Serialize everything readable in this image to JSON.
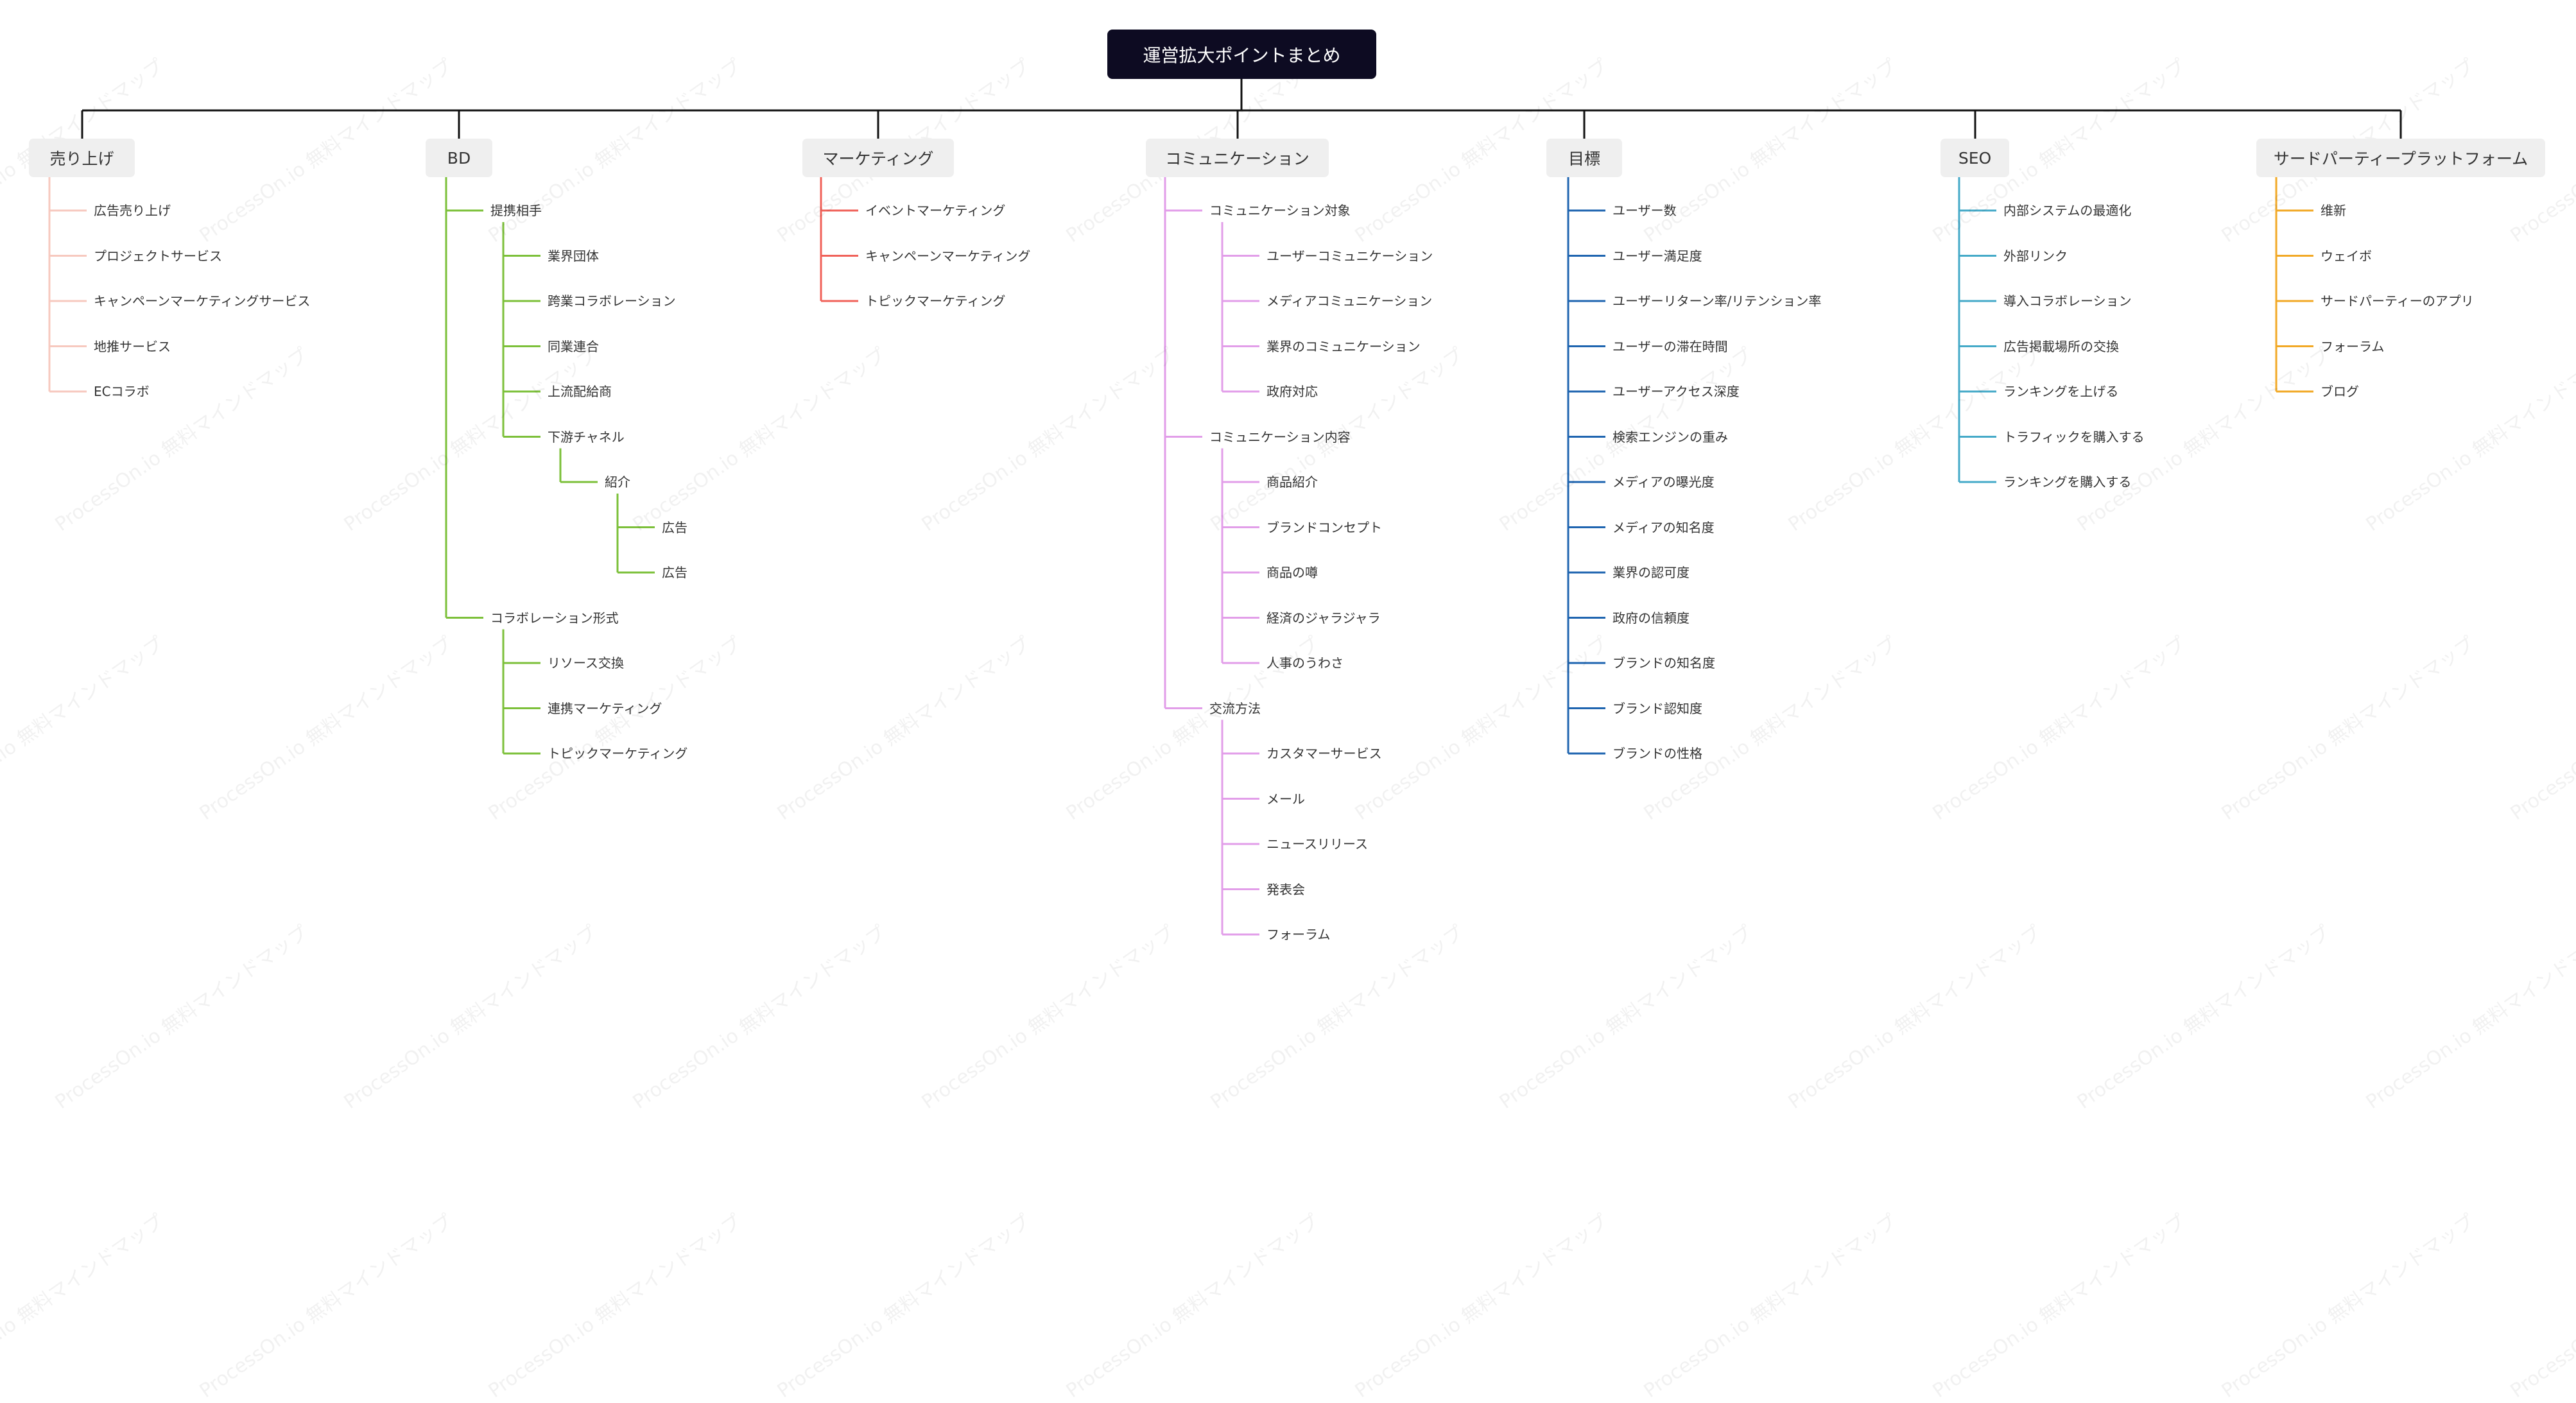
{
  "root": {
    "label": "運営拡大ポイントまとめ"
  },
  "watermark": {
    "text": "ProcessOn.io 無料マインドマップ"
  },
  "branches": [
    {
      "id": "b1",
      "label": "売り上げ",
      "color": "#f7c9bf",
      "children": [
        {
          "label": "広告売り上げ"
        },
        {
          "label": "プロジェクトサービス"
        },
        {
          "label": "キャンペーンマーケティングサービス"
        },
        {
          "label": "地推サービス"
        },
        {
          "label": "ECコラボ"
        }
      ]
    },
    {
      "id": "b2",
      "label": "BD",
      "color": "#7cc03a",
      "children": [
        {
          "label": "提携相手",
          "children": [
            {
              "label": "業界団体"
            },
            {
              "label": "跨業コラボレーション"
            },
            {
              "label": "同業連合"
            },
            {
              "label": "上流配給商"
            },
            {
              "label": "下游チャネル",
              "children": [
                {
                  "label": "紹介",
                  "children": [
                    {
                      "label": "広告"
                    },
                    {
                      "label": "広告"
                    }
                  ]
                }
              ]
            }
          ]
        },
        {
          "label": "コラボレーション形式",
          "children": [
            {
              "label": "リソース交換"
            },
            {
              "label": "連携マーケティング"
            },
            {
              "label": "トピックマーケティング"
            }
          ]
        }
      ]
    },
    {
      "id": "b3",
      "label": "マーケティング",
      "color": "#f0625a",
      "children": [
        {
          "label": "イベントマーケティング"
        },
        {
          "label": "キャンペーンマーケティング"
        },
        {
          "label": "トピックマーケティング"
        }
      ]
    },
    {
      "id": "b4",
      "label": "コミュニケーション",
      "color": "#e29ee9",
      "children": [
        {
          "label": "コミュニケーション対象",
          "children": [
            {
              "label": "ユーザーコミュニケーション"
            },
            {
              "label": "メディアコミュニケーション"
            },
            {
              "label": "業界のコミュニケーション"
            },
            {
              "label": "政府対応"
            }
          ]
        },
        {
          "label": "コミュニケーション内容",
          "children": [
            {
              "label": "商品紹介"
            },
            {
              "label": "ブランドコンセプト"
            },
            {
              "label": "商品の噂"
            },
            {
              "label": "経済のジャラジャラ"
            },
            {
              "label": "人事のうわさ"
            }
          ]
        },
        {
          "label": "交流方法",
          "children": [
            {
              "label": "カスタマーサービス"
            },
            {
              "label": "メール"
            },
            {
              "label": "ニュースリリース"
            },
            {
              "label": "発表会"
            },
            {
              "label": "フォーラム"
            }
          ]
        }
      ]
    },
    {
      "id": "b5",
      "label": "目標",
      "color": "#1f65b0",
      "children": [
        {
          "label": "ユーザー数"
        },
        {
          "label": "ユーザー満足度"
        },
        {
          "label": "ユーザーリターン率/リテンション率"
        },
        {
          "label": "ユーザーの滞在時間"
        },
        {
          "label": "ユーザーアクセス深度"
        },
        {
          "label": "検索エンジンの重み"
        },
        {
          "label": "メディアの曝光度"
        },
        {
          "label": "メディアの知名度"
        },
        {
          "label": "業界の認可度"
        },
        {
          "label": "政府の信頼度"
        },
        {
          "label": "ブランドの知名度"
        },
        {
          "label": "ブランド認知度"
        },
        {
          "label": "ブランドの性格"
        }
      ]
    },
    {
      "id": "b6",
      "label": "SEO",
      "color": "#45aac8",
      "children": [
        {
          "label": "内部システムの最適化"
        },
        {
          "label": "外部リンク"
        },
        {
          "label": "導入コラボレーション"
        },
        {
          "label": "広告掲載場所の交換"
        },
        {
          "label": "ランキングを上げる"
        },
        {
          "label": "トラフィックを購入する"
        },
        {
          "label": "ランキングを購入する"
        }
      ]
    },
    {
      "id": "b7",
      "label": "サードパーティープラットフォーム",
      "color": "#f2a926",
      "children": [
        {
          "label": "维新"
        },
        {
          "label": "ウェイボ"
        },
        {
          "label": "サードパーティーのアプリ"
        },
        {
          "label": "フォーラム"
        },
        {
          "label": "ブログ"
        }
      ]
    }
  ]
}
